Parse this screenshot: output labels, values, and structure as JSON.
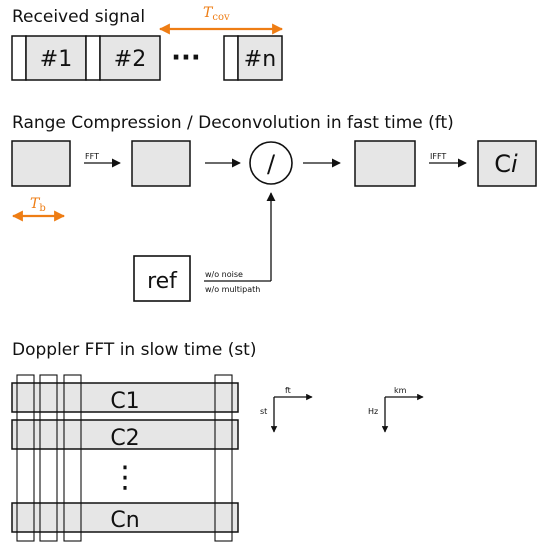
{
  "sections": {
    "received_signal": "Received signal",
    "range_compression": "Range Compression / Deconvolution in fast time (ft)",
    "doppler": "Doppler FFT in slow time (st)"
  },
  "received": {
    "t_cov_main": "T",
    "t_cov_sub": "cov",
    "pulses": [
      "#1",
      "#2",
      "#n"
    ],
    "ellipsis": "···"
  },
  "range": {
    "fft": "FFT",
    "ifft": "IFFT",
    "divide": "/",
    "ci_main": "C",
    "ci_italic": "i",
    "tb_main": "T",
    "tb_sub": "b",
    "ref": "ref",
    "ref_note_1": "w/o noise",
    "ref_note_2": "w/o multipath"
  },
  "doppler": {
    "rows": [
      "C1",
      "C2",
      "Cn"
    ],
    "vdots": "⋮",
    "axes_left": {
      "x": "ft",
      "y": "st"
    },
    "axes_right": {
      "x": "km",
      "y": "Hz"
    }
  },
  "colors": {
    "accent": "#ee7d14",
    "box_fill": "#e6e6e6",
    "line": "#111111"
  }
}
